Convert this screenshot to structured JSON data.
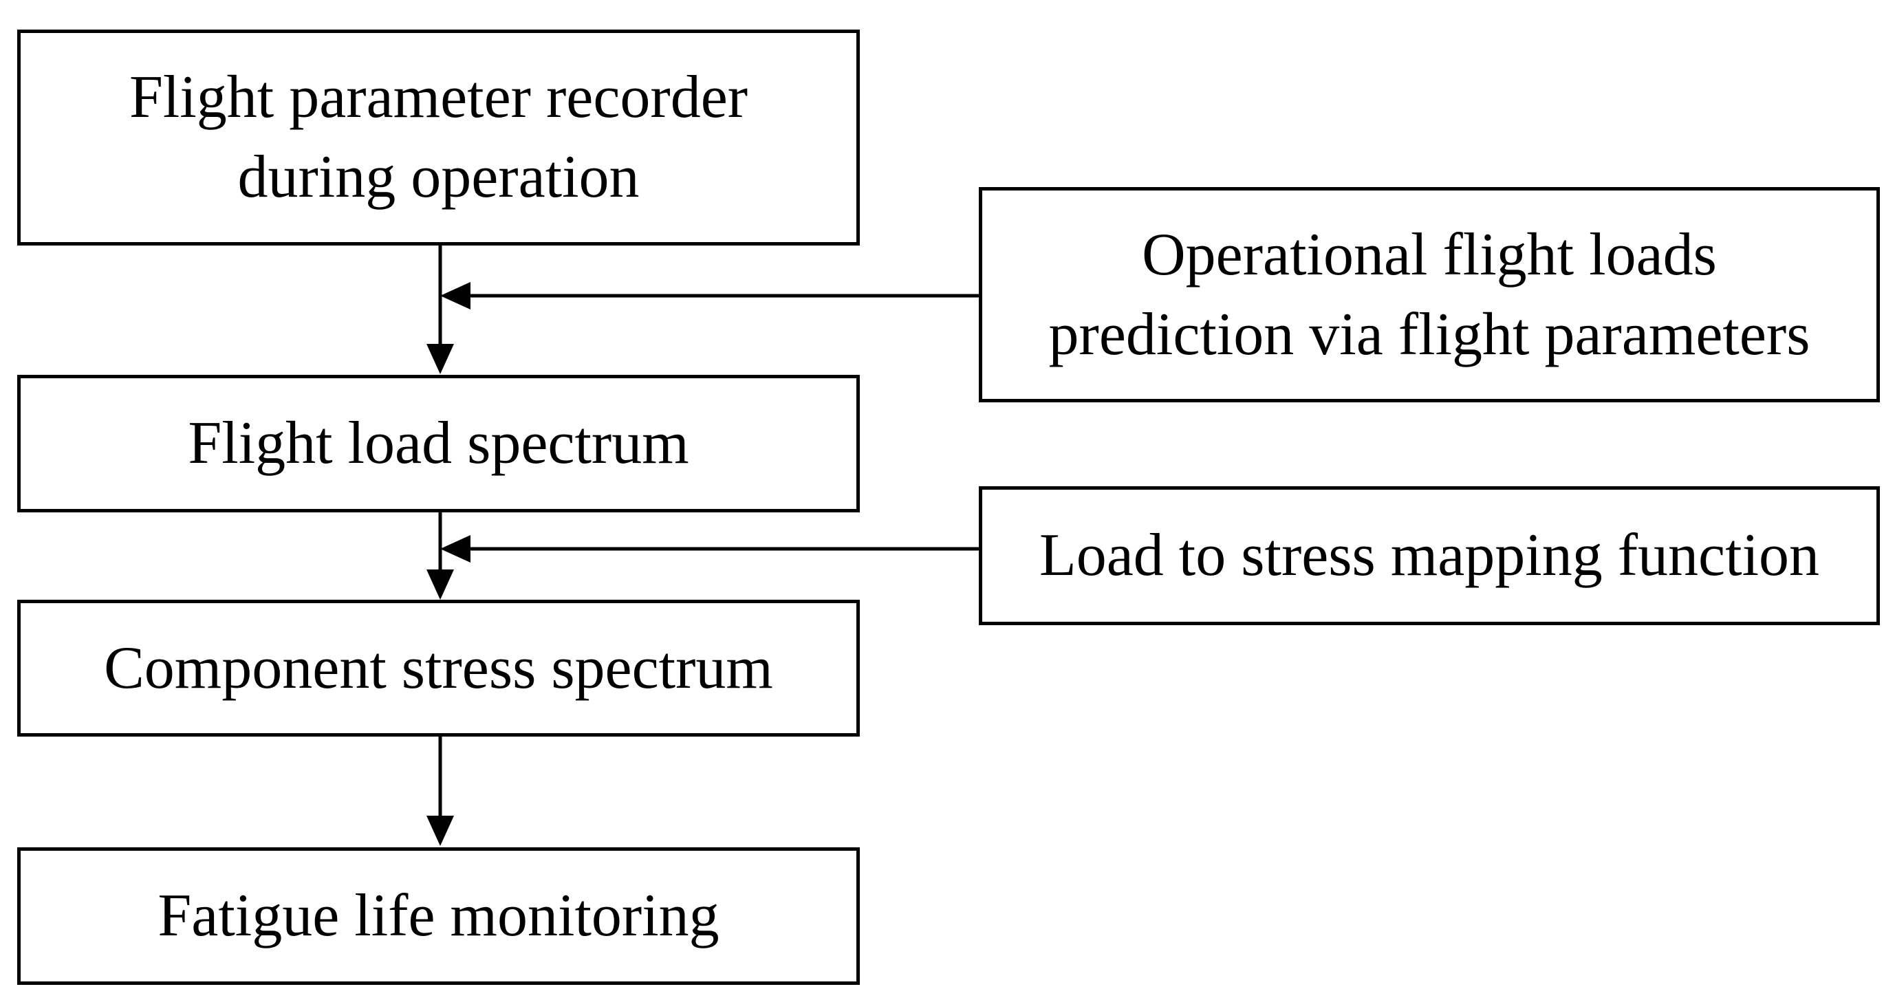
{
  "diagram": {
    "main_flow": [
      {
        "id": "recorder",
        "lines": [
          "Flight parameter recorder",
          "during operation"
        ]
      },
      {
        "id": "load_spectrum",
        "lines": [
          "Flight load spectrum"
        ]
      },
      {
        "id": "stress_spectrum",
        "lines": [
          "Component stress spectrum"
        ]
      },
      {
        "id": "fatigue",
        "lines": [
          "Fatigue life monitoring"
        ]
      }
    ],
    "side_inputs": [
      {
        "id": "loads_prediction",
        "lines": [
          "Operational flight loads",
          "prediction via flight parameters"
        ],
        "feeds": "recorder-to-load_spectrum"
      },
      {
        "id": "mapping",
        "lines": [
          "Load to stress mapping function"
        ],
        "feeds": "load_spectrum-to-stress_spectrum"
      }
    ]
  }
}
